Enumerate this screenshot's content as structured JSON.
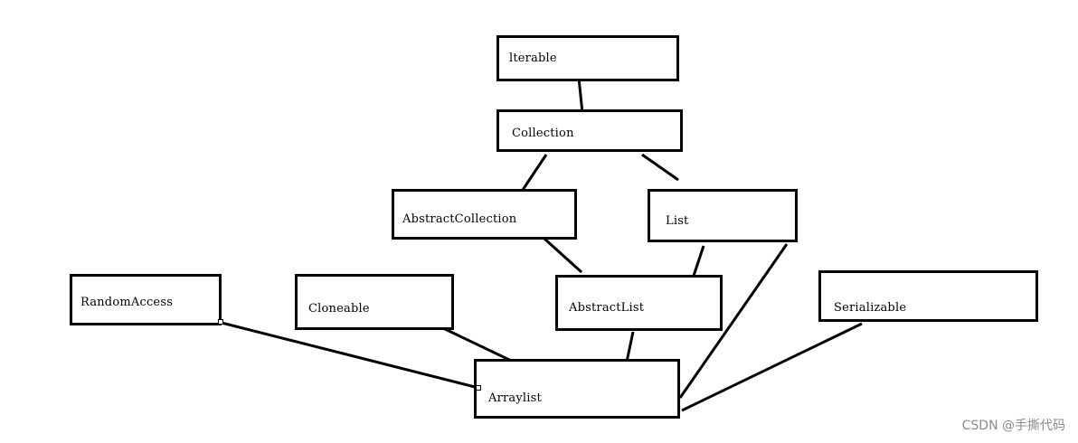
{
  "diagram": {
    "nodes": {
      "iterable": "lterable",
      "collection": "Collection",
      "abstract_collection": "AbstractCollection",
      "list": "List",
      "random_access": "RandomAccess",
      "cloneable": "Cloneable",
      "abstract_list": "AbstractList",
      "serializable": "Serializable",
      "arraylist": "Arraylist"
    },
    "edges": [
      {
        "from": "iterable",
        "to": "collection"
      },
      {
        "from": "collection",
        "to": "abstract_collection"
      },
      {
        "from": "collection",
        "to": "list"
      },
      {
        "from": "abstract_collection",
        "to": "abstract_list"
      },
      {
        "from": "list",
        "to": "abstract_list"
      },
      {
        "from": "list",
        "to": "arraylist"
      },
      {
        "from": "random_access",
        "to": "arraylist"
      },
      {
        "from": "cloneable",
        "to": "arraylist"
      },
      {
        "from": "abstract_list",
        "to": "arraylist"
      },
      {
        "from": "serializable",
        "to": "arraylist"
      }
    ],
    "line_color": "#000000"
  },
  "watermark": "CSDN @手撕代码"
}
